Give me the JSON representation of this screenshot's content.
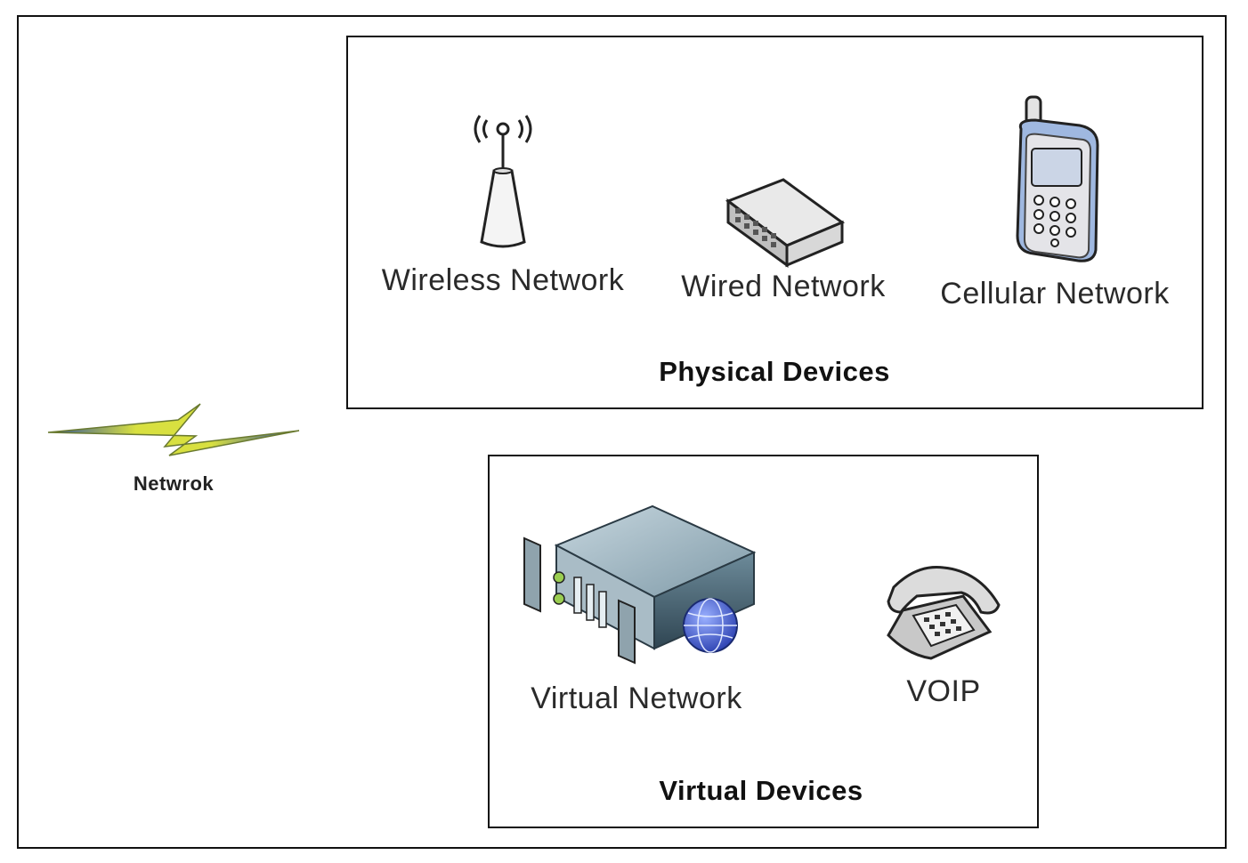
{
  "network": {
    "label": "Netwrok",
    "icon": "lightning-bolt-icon"
  },
  "physical": {
    "title": "Physical Devices",
    "items": [
      {
        "label": "Wireless Network",
        "icon": "wireless-antenna-icon"
      },
      {
        "label": "Wired Network",
        "icon": "network-switch-icon"
      },
      {
        "label": "Cellular Network",
        "icon": "cell-phone-icon"
      }
    ]
  },
  "virtual": {
    "title": "Virtual Devices",
    "items": [
      {
        "label": "Virtual Network",
        "icon": "web-server-icon"
      },
      {
        "label": "VOIP",
        "icon": "telephone-icon"
      }
    ]
  },
  "colors": {
    "border": "#111111",
    "bolt": "#e8e820",
    "bolt_edge": "#3a5fb0",
    "phone_blue": "#9fb8e0",
    "server": "#5a7c8c"
  }
}
